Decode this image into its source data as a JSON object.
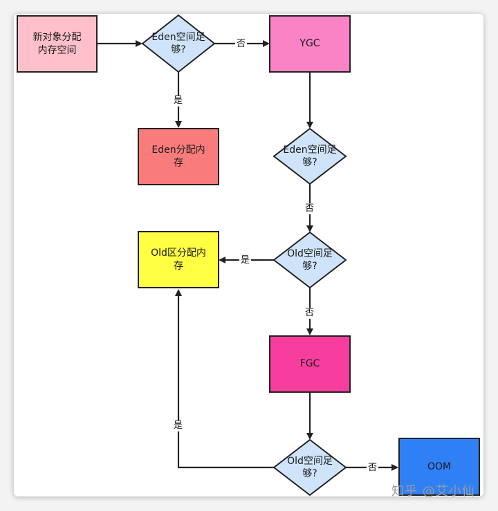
{
  "colors": {
    "start": "#ffc0cb",
    "eden_alloc": "#f97c7c",
    "ygc": "#f983c4",
    "old_alloc": "#ffff44",
    "fgc": "#f73e9e",
    "oom": "#2f80f5",
    "decision": "#cfe4fb"
  },
  "nodes": {
    "start": "新对象分配内存空间",
    "d_eden1": "Eden空间足够?",
    "ygc": "YGC",
    "eden_alloc": "Eden分配内存",
    "d_eden2": "Eden空间足够?",
    "d_old1": "Old空间足够?",
    "old_alloc": "Old区分配内存",
    "fgc": "FGC",
    "d_old2": "Old空间足够?",
    "oom": "OOM"
  },
  "edges": {
    "no1": "否",
    "yes1": "是",
    "no2": "否",
    "yes2": "是",
    "no3": "否",
    "yes3": "是",
    "no4": "否"
  },
  "watermark": "知乎 @艾小仙"
}
